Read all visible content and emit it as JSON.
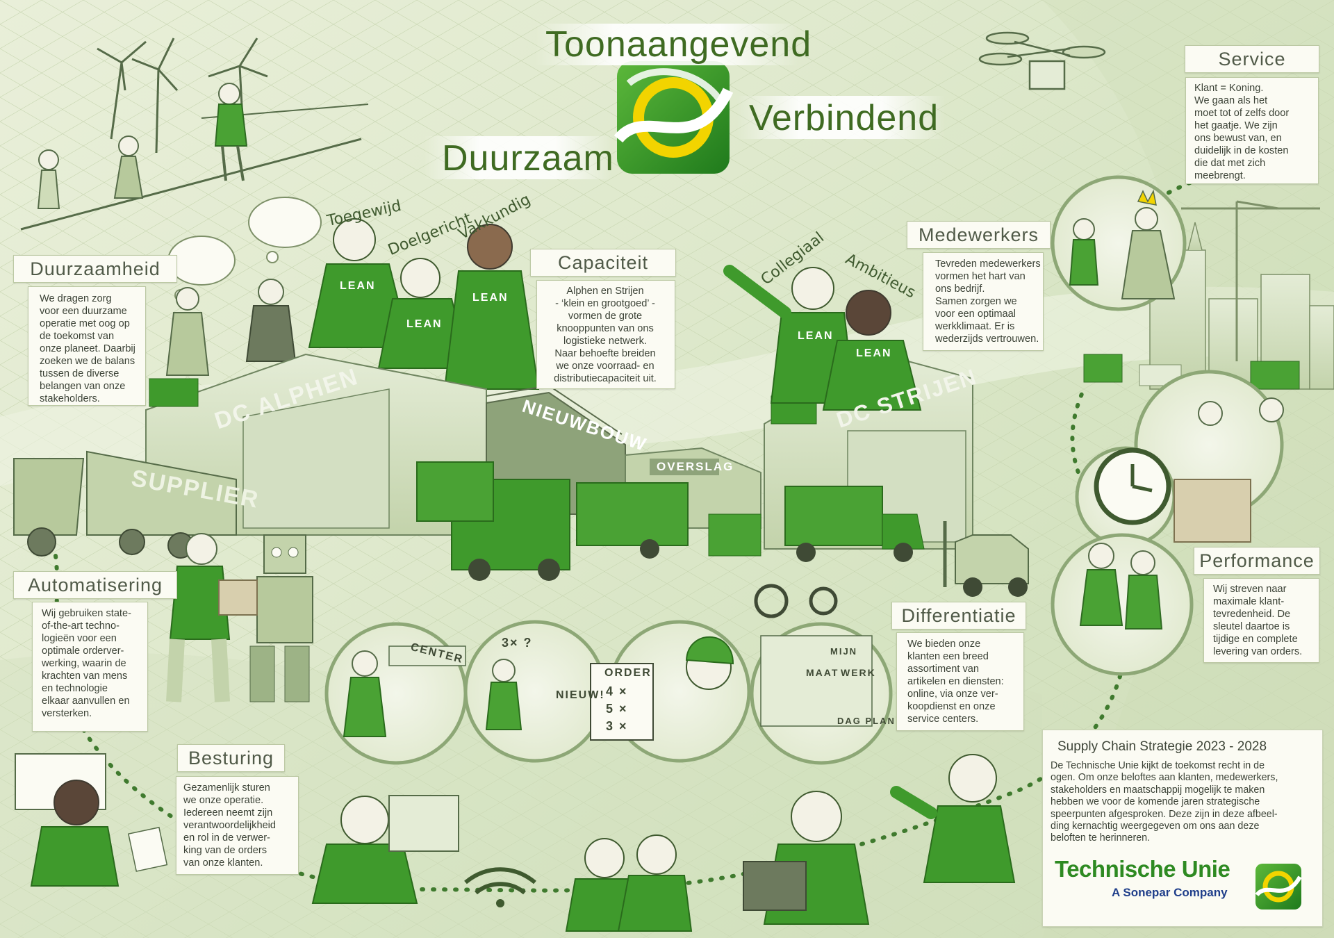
{
  "tagline": {
    "top": "Toonaangevend",
    "right": "Verbindend",
    "left": "Duurzaam"
  },
  "sections": {
    "duurzaamheid": {
      "title": "Duurzaamheid",
      "text": [
        "We dragen zorg",
        "voor een duurzame",
        "operatie met oog op",
        "de toekomst van",
        "onze planeet. Daarbij",
        "zoeken we de balans",
        "tussen de diverse",
        "belangen van onze",
        "stakeholders."
      ]
    },
    "capaciteit": {
      "title": "Capaciteit",
      "text": [
        "Alphen en Strijen",
        "- ‘klein en grootgoed’ -",
        "vormen de grote",
        "knooppunten van ons",
        "logistieke netwerk.",
        "Naar behoefte breiden",
        "we onze voorraad-  en",
        "distributiecapaciteit uit."
      ]
    },
    "medewerkers": {
      "title": "Medewerkers",
      "text": [
        "Tevreden medewerkers",
        "vormen het hart van",
        "ons bedrijf.",
        "Samen zorgen we",
        "voor een optimaal",
        "werkklimaat. Er is",
        "wederzijds vertrouwen."
      ]
    },
    "service": {
      "title": "Service",
      "text": [
        "Klant = Koning.",
        "We gaan als het",
        "moet tot of zelfs door",
        "het gaatje. We zijn",
        "ons bewust van, en",
        "duidelijk in de kosten",
        "die dat met zich",
        "meebrengt."
      ]
    },
    "automatisering": {
      "title": "Automatisering",
      "text": [
        "Wij gebruiken state-",
        "of-the-art techno-",
        "logieën voor een",
        "optimale orderver-",
        "werking, waarin de",
        "krachten van mens",
        "en technologie",
        "elkaar aanvullen en",
        "versterken."
      ]
    },
    "differentiatie": {
      "title": "Differentiatie",
      "text": [
        "We bieden onze",
        "klanten een breed",
        "assortiment van",
        "artikelen en diensten:",
        "online, via onze ver-",
        "koopdienst en onze",
        "service centers."
      ]
    },
    "performance": {
      "title": "Performance",
      "text": [
        "Wij streven naar",
        "maximale klant-",
        "tevredenheid. De",
        "sleutel daartoe is",
        "tijdige en complete",
        "levering van orders."
      ]
    },
    "besturing": {
      "title": "Besturing",
      "text": [
        "Gezamenlijk sturen",
        "we onze operatie.",
        "Iedereen neemt zijn",
        "verantwoordelijkheid",
        "en rol in de verwer-",
        "king van de orders",
        "van onze klanten."
      ]
    }
  },
  "strategy": {
    "title": "Supply Chain Strategie 2023 - 2028",
    "text": [
      "De Technische Unie kijkt de toekomst recht in de",
      "ogen. Om onze beloftes aan klanten, medewerkers,",
      "stakeholders en maatschappij mogelijk te maken",
      "hebben we voor de komende jaren strategische",
      "speerpunten afgesproken. Deze zijn in deze afbeel-",
      "ding kernachtig weergegeven om ons aan deze",
      "beloften te herinneren."
    ]
  },
  "brand": {
    "name": "Technische Unie",
    "subtitle": "A Sonepar Company",
    "green": "#2e8a22",
    "blue": "#1f3e8a",
    "yellow": "#f2d400"
  },
  "illustration": {
    "building_signs": [
      "DC ALPHEN",
      "NIEUWBOUW",
      "OVERSLAG",
      "DC STRIJEN"
    ],
    "truck_sign": "SUPPLIER",
    "shirt_label": "LEAN",
    "people_words": [
      "Toegewijd",
      "Doelgericht",
      "Vakkundig",
      "Collegiaal",
      "Ambitieus"
    ],
    "scene_labels": [
      "CENTER",
      "NIEUW!",
      "ORDER",
      "MAAT",
      "WERK",
      "MIJN",
      "DAG PLAN"
    ],
    "order_sheet": [
      "4 ×",
      "5 ×",
      "3 ×"
    ],
    "quiz": "3×  ?"
  },
  "colors": {
    "panel_bg": "#fbfbf3",
    "panel_border": "#bcc9a4",
    "heading": "#505a48",
    "body_text": "#3b4236",
    "illustration_green": "#3f9a2c",
    "background_green": "#dfe9cd"
  },
  "icons": [
    "windmill-icon",
    "drone-icon",
    "crane-icon",
    "clock-icon",
    "wifi-icon",
    "truck-icon",
    "robot-icon",
    "forklift-icon",
    "crown-icon",
    "logo-mark-icon"
  ]
}
